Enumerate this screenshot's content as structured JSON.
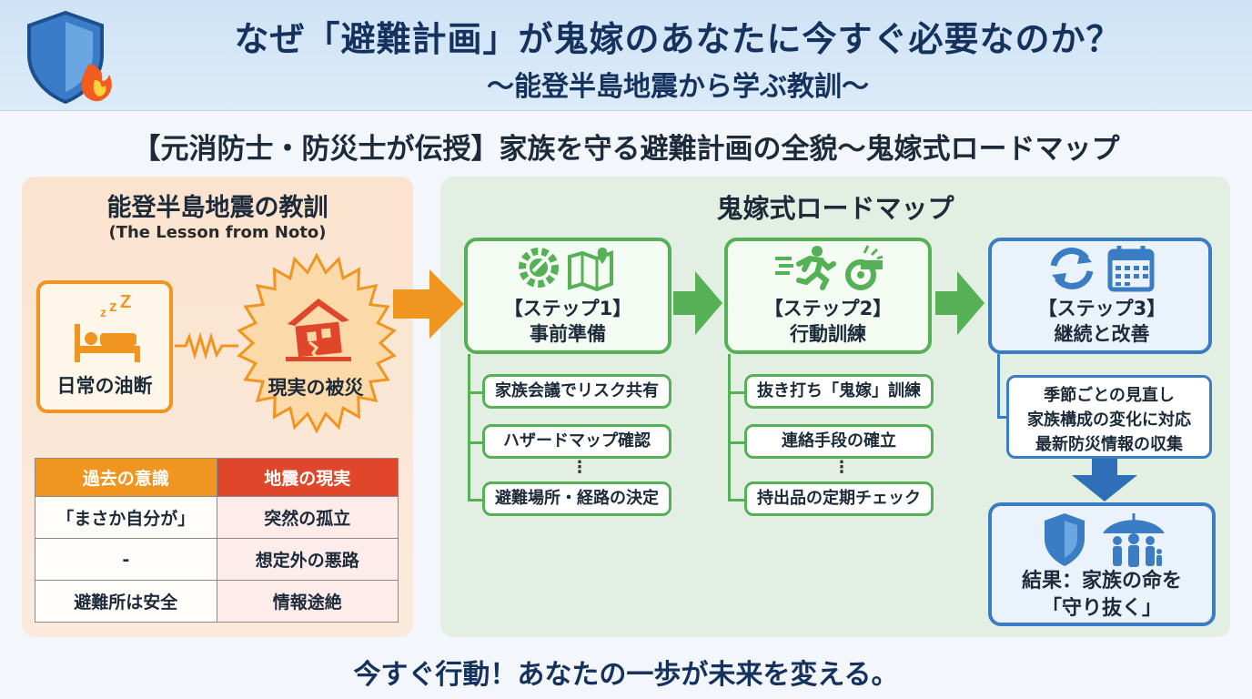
{
  "header": {
    "title": "なぜ「避難計画」が鬼嫁のあなたに今すぐ必要なのか？",
    "subtitle": "〜能登半島地震から学ぶ教訓〜"
  },
  "section_title": "【元消防士・防災士が伝授】家族を守る避難計画の全貌〜鬼嫁式ロードマップ",
  "left": {
    "heading": "能登半島地震の教訓",
    "subheading": "(The Lesson from Noto)",
    "daily_label": "日常の油断",
    "disaster_label": "現実の被災",
    "table": {
      "headers": [
        "過去の意識",
        "地震の現実"
      ],
      "rows": [
        [
          "「まさか自分が」",
          "突然の孤立"
        ],
        [
          "-",
          "想定外の悪路"
        ],
        [
          "避難所は安全",
          "情報途絶"
        ]
      ]
    }
  },
  "roadmap": {
    "heading": "鬼嫁式ロードマップ",
    "step1": {
      "title": "【ステップ1】",
      "name": "事前準備",
      "items": [
        "家族会議でリスク共有",
        "ハザードマップ確認",
        "避難場所・経路の決定"
      ]
    },
    "step2": {
      "title": "【ステップ2】",
      "name": "行動訓練",
      "items": [
        "抜き打ち「鬼嫁」訓練",
        "連絡手段の確立",
        "持出品の定期チェック"
      ]
    },
    "step3": {
      "title": "【ステップ3】",
      "name": "継続と改善",
      "items": [
        "季節ごとの見直し",
        "家族構成の変化に対応",
        "最新防災情報の収集"
      ]
    },
    "result": {
      "line1": "結果：家族の命を",
      "line2": "「守り抜く」"
    }
  },
  "footer": "今すぐ行動！あなたの一歩が未来を変える。",
  "icons": [
    "shield-fire-icon",
    "sleeping-bed-icon",
    "collapsed-house-icon",
    "gear-map-icon",
    "runner-whistle-icon",
    "refresh-calendar-icon",
    "shield-umbrella-family-icon"
  ],
  "colors": {
    "orange": "#f0951f",
    "red": "#e0462a",
    "green": "#55b056",
    "blue": "#3b7dc4",
    "navy": "#15325e"
  }
}
